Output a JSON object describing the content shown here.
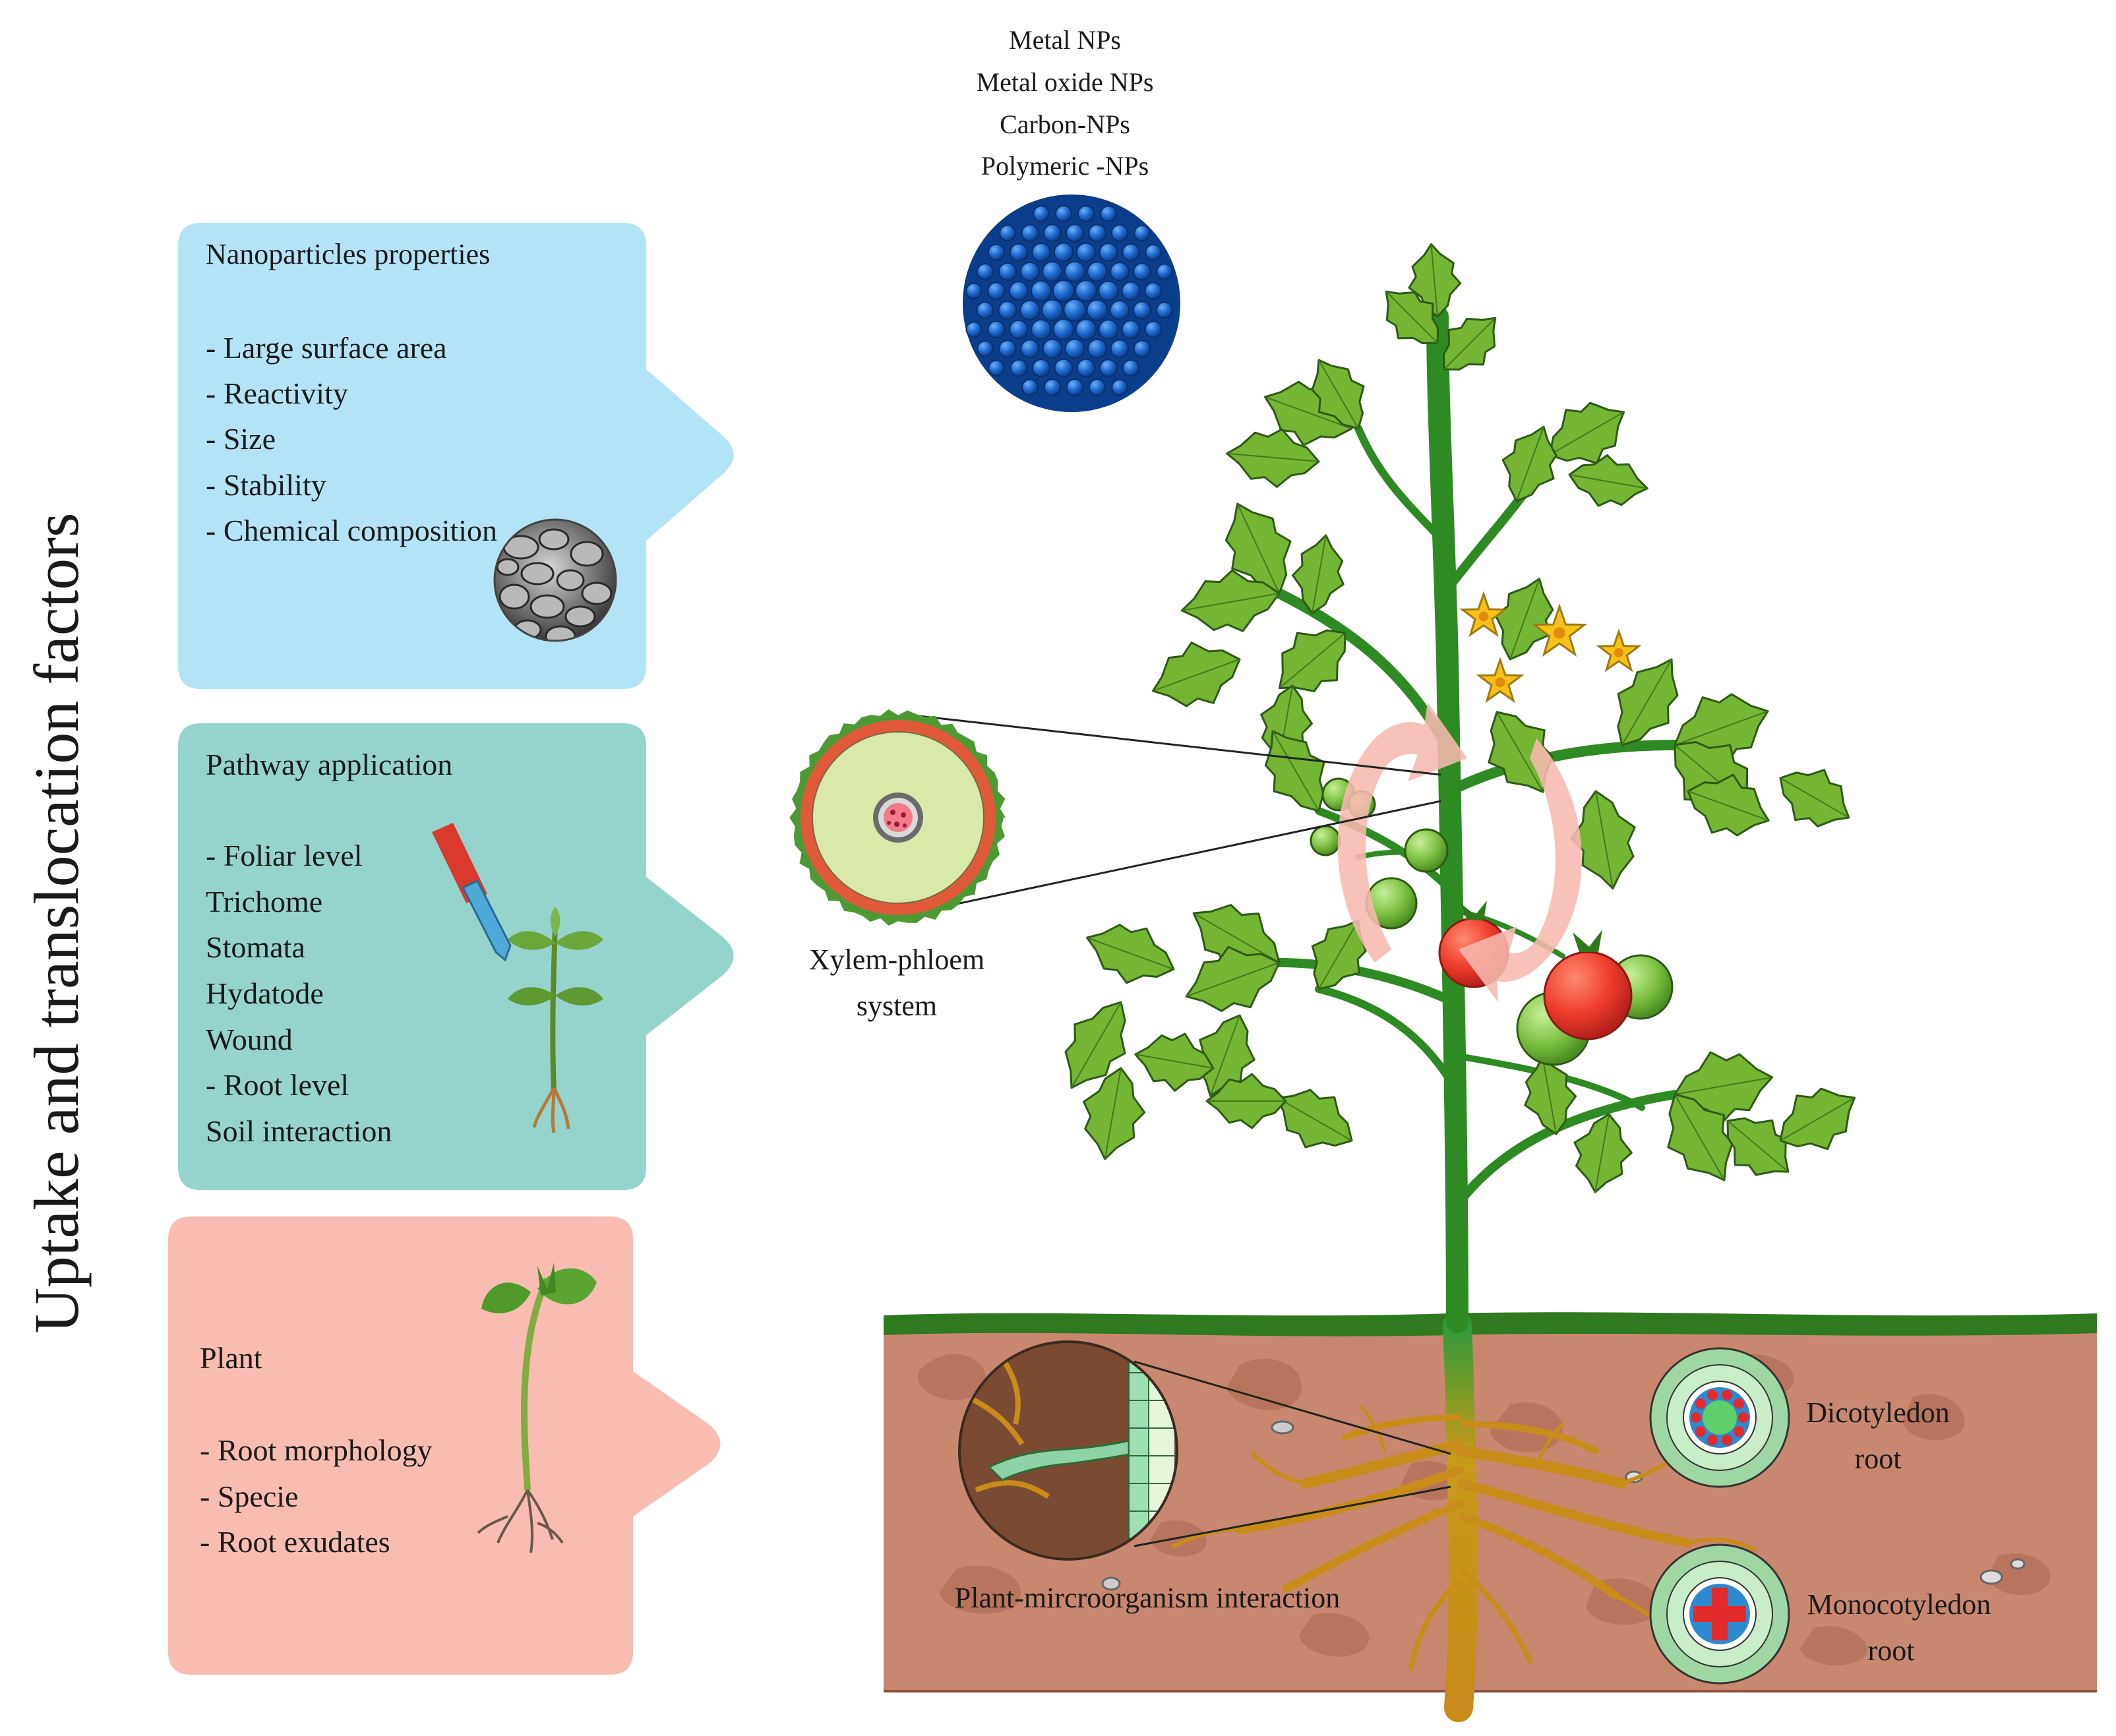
{
  "side_title": "Uptake and translocation  factors",
  "np_types": [
    "Metal NPs",
    "Metal oxide NPs",
    "Carbon-NPs",
    "Polymeric -NPs"
  ],
  "panels": [
    {
      "key": "nanoparticles",
      "title": "Nanoparticles properties",
      "lines": [
        "- Large surface area",
        "- Reactivity",
        "- Size",
        "- Stability",
        "- Chemical  composition"
      ],
      "color": "#b3e4f6"
    },
    {
      "key": "pathway",
      "title": "Pathway application",
      "lines": [
        "- Foliar level",
        "Trichome",
        "Stomata",
        "Hydatode",
        "Wound",
        "- Root level",
        "Soil interaction"
      ],
      "color": "#94d4cc"
    },
    {
      "key": "plant",
      "title": "Plant",
      "lines": [
        "- Root morphology",
        "- Specie",
        "- Root exudates"
      ],
      "color": "#f9bcb2"
    }
  ],
  "labels": {
    "xylem": [
      "Xylem-phloem",
      "system"
    ],
    "microorganism": "Plant-mircroorganism interaction",
    "dicot": [
      "Dicotyledon",
      "root"
    ],
    "monocot": [
      "Monocotyledon",
      "root"
    ]
  },
  "colors": {
    "soil": "#c98770",
    "grass": "#2f7a1f",
    "stem": "#2e8a22",
    "leaf": "#74b534",
    "tomato_red": "#ee3b2b",
    "tomato_green": "#7cc142",
    "arrow": "#f7b9b0",
    "nanosphere": "#1f6cd1",
    "flower": "#f6c21a"
  }
}
